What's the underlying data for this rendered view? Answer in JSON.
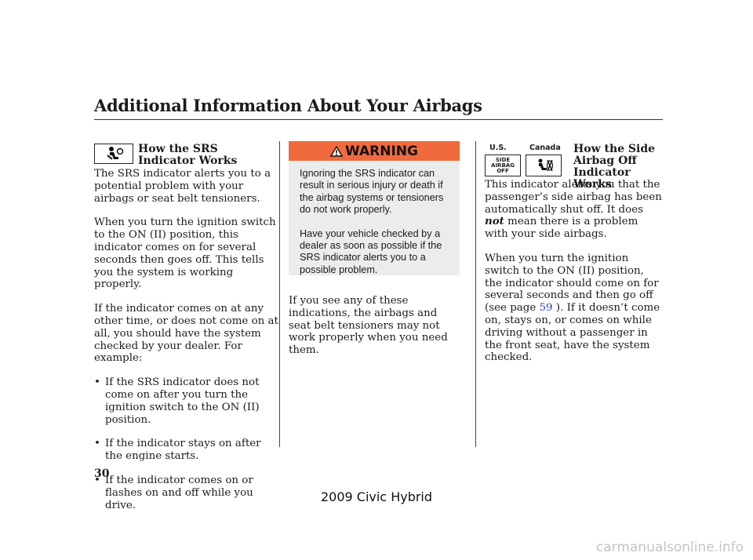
{
  "page": {
    "title": "Additional Information About Your Airbags",
    "page_number": "30",
    "footer": "2009  Civic  Hybrid",
    "watermark": "carmanualsonline.info"
  },
  "left": {
    "heading": "How the SRS Indicator Works",
    "paragraphs": [
      "The SRS indicator alerts you to a potential problem with your airbags or seat belt tensioners.",
      "When you turn the ignition switch to the ON (II) position, this indicator comes on for several seconds then goes off. This tells you the system is working properly.",
      "If the indicator comes on at any other time, or does not come on at all, you should have the system checked by your dealer. For example:"
    ],
    "bullets": [
      "If the SRS indicator does not come on after you turn the ignition switch to the ON (II) position.",
      "If the indicator stays on after the engine starts.",
      "If the indicator comes on or flashes on and off while you drive."
    ],
    "icon": "airbag-person-icon"
  },
  "middle": {
    "warning_label": "WARNING",
    "warning_paragraphs": [
      "Ignoring the SRS indicator can result in serious injury or death if the airbag systems or tensioners do not work properly.",
      "Have your vehicle checked by a dealer as soon as possible if the SRS indicator alerts you to a possible problem."
    ],
    "body": "If you see any of these indications, the airbags and seat belt tensioners may not work properly when you need them."
  },
  "right": {
    "label_us": "U.S.",
    "label_canada": "Canada",
    "side_airbag_icon_text": [
      "SIDE",
      "AIRBAG",
      "OFF"
    ],
    "heading": "How the Side Airbag Off Indicator Works",
    "p1_before": "This indicator alerts you that the passenger’s side airbag has been automatically shut off. It does",
    "p1_emph": "not",
    "p1_after": "mean there is a problem with your side airbags.",
    "p2_before": "When you turn the ignition switch to the ON (II) position, the indicator should come on for several seconds and then go off (see page",
    "p2_link": "59",
    "p2_after": "). If it doesn’t come on, stays on, or comes on while driving without a passenger in the front seat, have the system checked.",
    "colors": {
      "link": "#2a40b4",
      "warning": "#f06a3d",
      "warning_bg": "#ececec"
    }
  }
}
